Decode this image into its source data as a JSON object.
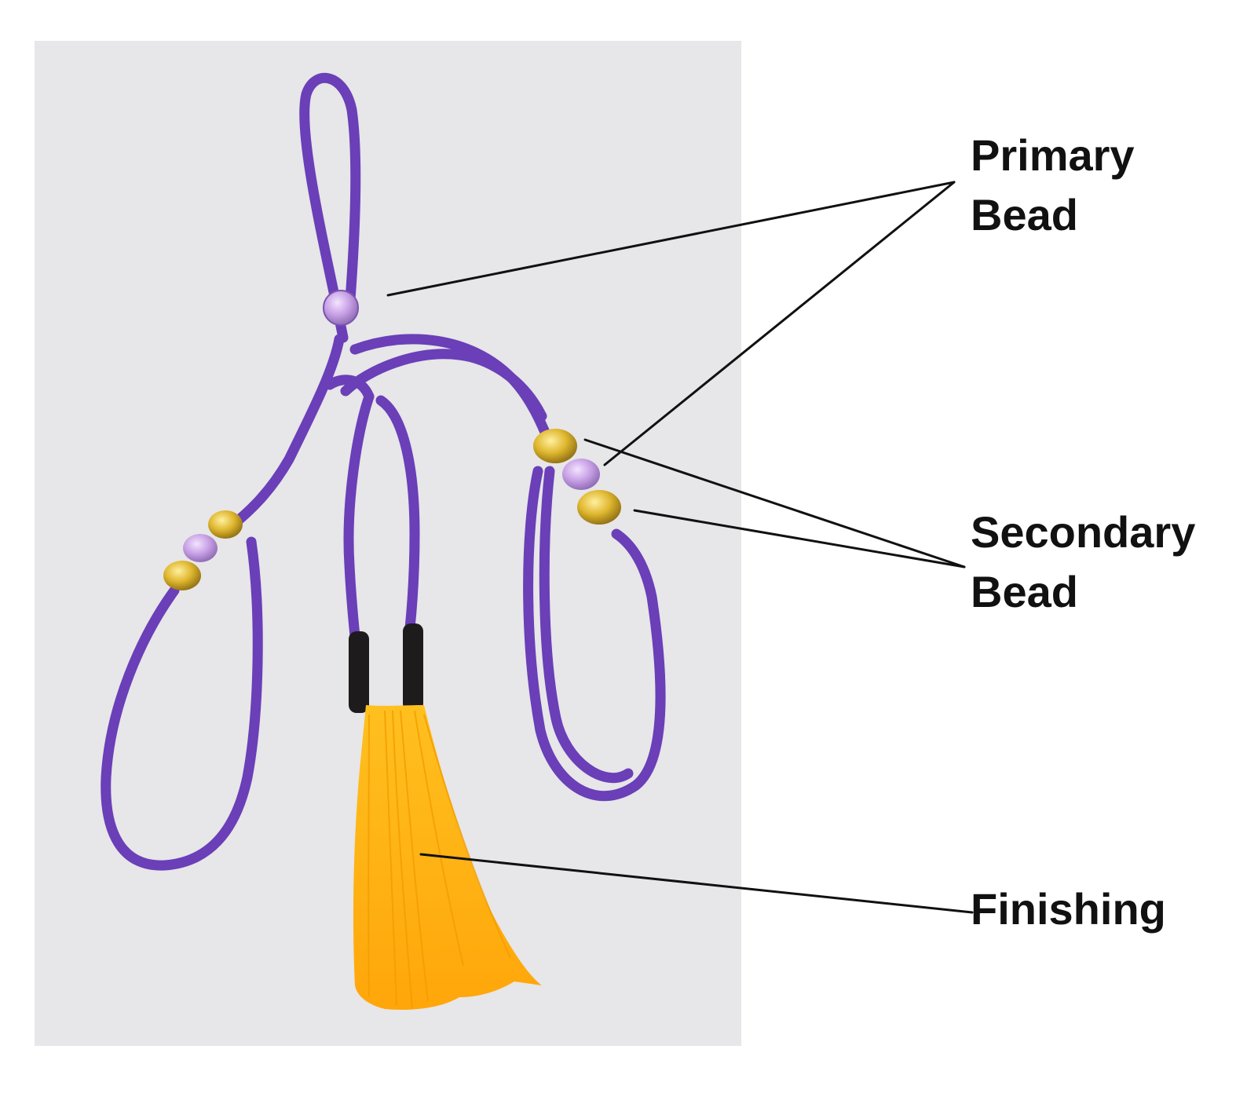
{
  "labels": {
    "primary": {
      "line1": "Primary",
      "line2": "Bead"
    },
    "secondary": {
      "line1": "Secondary",
      "line2": "Bead"
    },
    "finishing": {
      "line1": "Finishing"
    }
  },
  "colors": {
    "background": "#ffffff",
    "photo_backdrop": "#e7e6e8",
    "cord": "#6a3fb8",
    "primary_bead": "#c9a2e6",
    "gold_bead": "#d9b22a",
    "lilac_bead": "#c39be0",
    "heat_shrink": "#1e1b1c",
    "tassel": "#ffb415",
    "leader_line": "#111111"
  }
}
